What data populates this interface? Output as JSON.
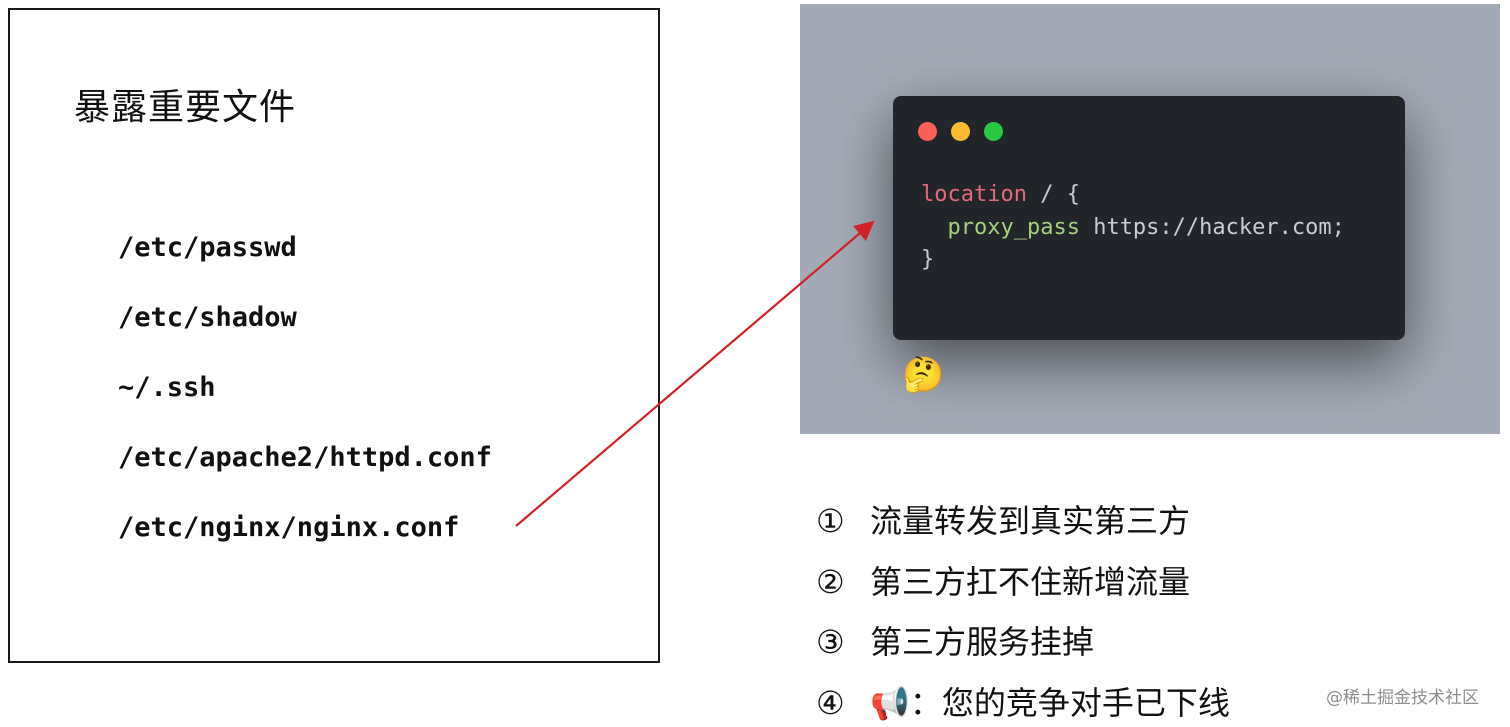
{
  "left_box": {
    "title": "暴露重要文件",
    "files": [
      "/etc/passwd",
      "/etc/shadow",
      "~/.ssh",
      "/etc/apache2/httpd.conf",
      "/etc/nginx/nginx.conf"
    ]
  },
  "code_window": {
    "line1_keyword": "location",
    "line1_rest": " / {",
    "line2_indent": "  ",
    "line2_directive": "proxy_pass",
    "line2_rest": " https://hacker.com;",
    "line3": "}",
    "emoji": "🤔",
    "colors": {
      "background": "#22252a",
      "keyword": "#e4697a",
      "directive": "#a4cf7e",
      "panel": "#a4abb6"
    }
  },
  "results": [
    {
      "num": "①",
      "text": "流量转发到真实第三方"
    },
    {
      "num": "②",
      "text": "第三方扛不住新增流量"
    },
    {
      "num": "③",
      "text": "第三方服务挂掉"
    },
    {
      "num": "④",
      "text": "📢：您的竞争对手已下线"
    }
  ],
  "arrow_color": "#d42027",
  "watermark": "@稀土掘金技术社区"
}
